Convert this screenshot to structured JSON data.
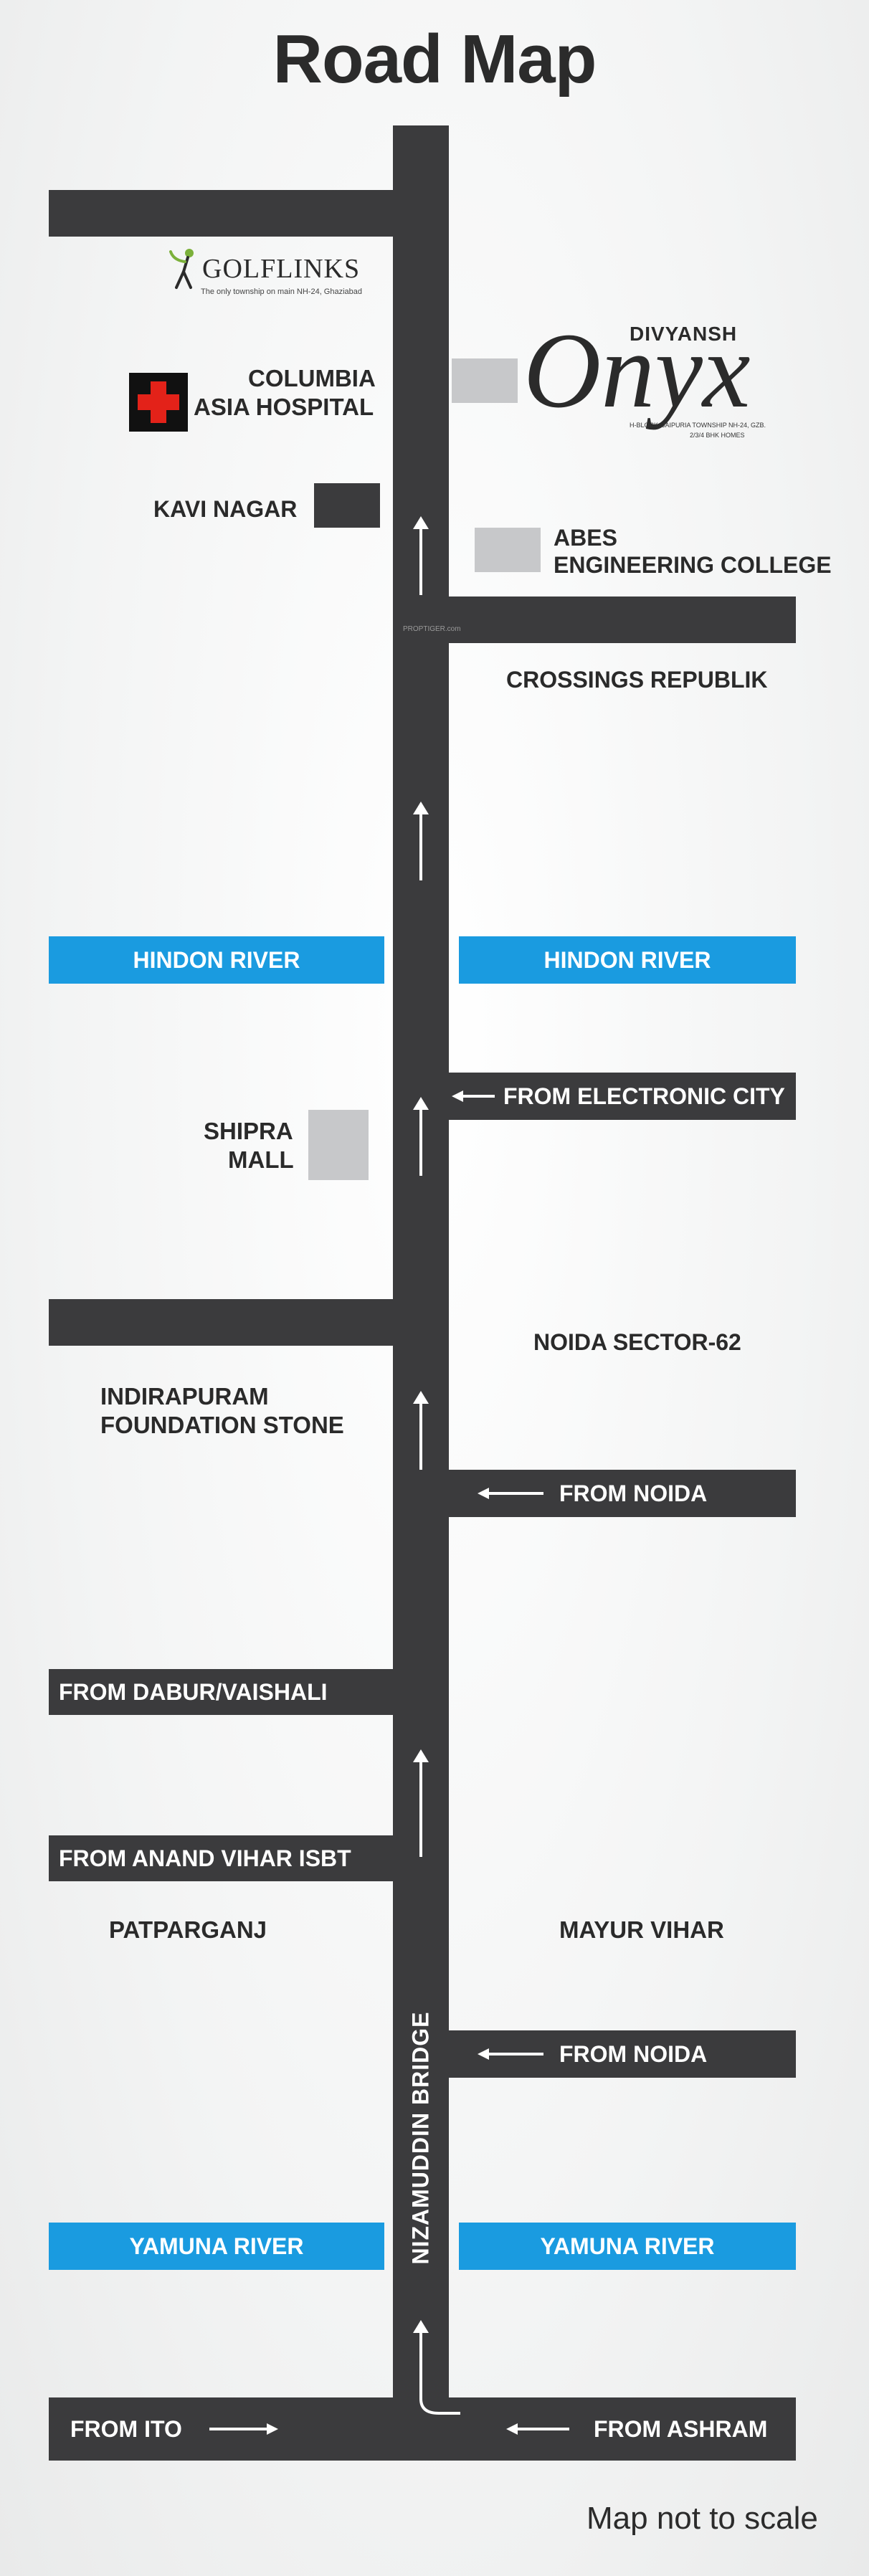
{
  "title": "Road Map",
  "footer_note": "Map not to scale",
  "watermark": "PROPTIGER.com",
  "colors": {
    "road": "#3b3b3d",
    "river": "#1a9be0",
    "landmark_box": "#c7c8ca",
    "hospital_red": "#e32219"
  },
  "golflinks": {
    "name": "GOLFLINKS",
    "tagline": "The only township on main NH-24, Ghaziabad"
  },
  "onyx": {
    "prefix": "DIVYANSH",
    "name": "Onyx",
    "address": "H-BLOCK, JAIPURIA TOWNSHIP NH-24, GZB.",
    "units": "2/3/4 BHK HOMES"
  },
  "landmarks": {
    "columbia_line1": "COLUMBIA",
    "columbia_line2": "ASIA HOSPITAL",
    "kavi_nagar": "KAVI NAGAR",
    "abes_line1": "ABES",
    "abes_line2": "ENGINEERING COLLEGE",
    "crossings_republik": "CROSSINGS REPUBLIK",
    "shipra_line1": "SHIPRA",
    "shipra_line2": "MALL",
    "noida_sector_62": "NOIDA SECTOR-62",
    "indirapuram_line1": "INDIRAPURAM",
    "indirapuram_line2": "FOUNDATION STONE",
    "patparganj": "PATPARGANJ",
    "mayur_vihar": "MAYUR VIHAR"
  },
  "rivers": {
    "hindon_left": "HINDON RIVER",
    "hindon_right": "HINDON RIVER",
    "yamuna_left": "YAMUNA RIVER",
    "yamuna_right": "YAMUNA RIVER"
  },
  "roads": {
    "from_electronic_city": "FROM ELECTRONIC CITY",
    "from_noida_1": "FROM NOIDA",
    "from_dabur_vaishali": "FROM DABUR/VAISHALI",
    "from_anand_vihar": "FROM ANAND VIHAR ISBT",
    "from_noida_2": "FROM NOIDA",
    "from_ito": "FROM ITO",
    "from_ashram": "FROM ASHRAM",
    "nizamuddin_bridge": "NIZAMUDDIN BRIDGE"
  }
}
